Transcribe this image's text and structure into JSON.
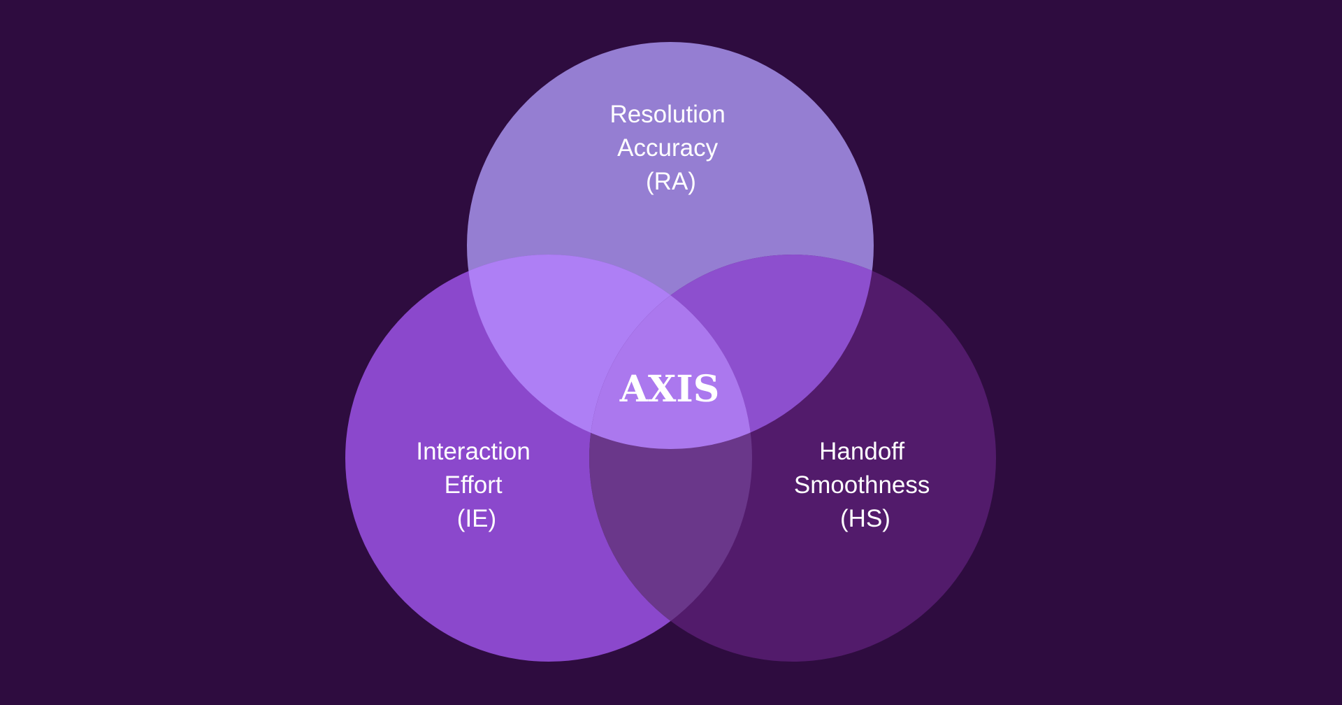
{
  "colors": {
    "background": "#2e0c3f",
    "circle_top": "#957ed2",
    "circle_left": "#8b48cc",
    "circle_right": "#521b6b",
    "overlap_top_left": "#ae7ff5",
    "overlap_top_right": "#8d4fce",
    "overlap_left_right": "#6a378a",
    "overlap_all": "#ab78ee"
  },
  "diagram": {
    "center_label": "AXIS",
    "sets": [
      {
        "id": "ra",
        "lines": [
          "Resolution",
          "Accuracy",
          "(RA)"
        ]
      },
      {
        "id": "ie",
        "lines": [
          "Interaction",
          "Effort",
          "(IE)"
        ]
      },
      {
        "id": "hs",
        "lines": [
          "Handoff",
          "Smoothness",
          "(HS)"
        ]
      }
    ]
  }
}
